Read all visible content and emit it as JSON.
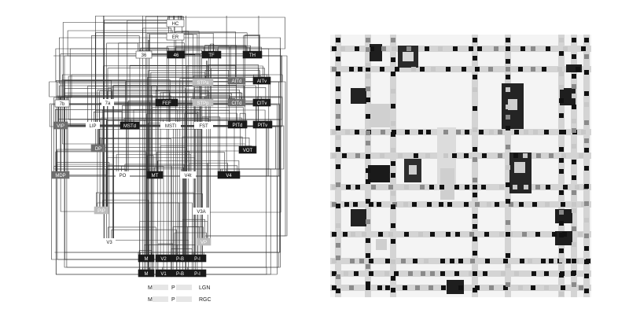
{
  "hierarchy_diagram": {
    "nodes": [
      {
        "id": "HC",
        "label": "HC",
        "style": "outline"
      },
      {
        "id": "ER",
        "label": "ER",
        "style": "outline"
      },
      {
        "id": "36",
        "label": "36",
        "style": "outline"
      },
      {
        "id": "46",
        "label": "46",
        "style": "dark"
      },
      {
        "id": "TF",
        "label": "TF",
        "style": "dark"
      },
      {
        "id": "TH",
        "label": "TH",
        "style": "dark"
      },
      {
        "id": "STPa",
        "label": "STPa",
        "style": "light"
      },
      {
        "id": "AITd",
        "label": "AITd",
        "style": "gray"
      },
      {
        "id": "AITv",
        "label": "AITv",
        "style": "dark"
      },
      {
        "id": "7b",
        "label": "7b",
        "style": "outline"
      },
      {
        "id": "7a",
        "label": "7a",
        "style": "plain"
      },
      {
        "id": "FEF",
        "label": "FEF",
        "style": "dark"
      },
      {
        "id": "STPp",
        "label": "STPp",
        "style": "light"
      },
      {
        "id": "CITd",
        "label": "CITd",
        "style": "gray"
      },
      {
        "id": "CITv",
        "label": "CITv",
        "style": "dark"
      },
      {
        "id": "VIP",
        "label": "VIP",
        "style": "gray"
      },
      {
        "id": "LIP",
        "label": "LIP",
        "style": "plain"
      },
      {
        "id": "MSTd",
        "label": "MSTd",
        "style": "dark"
      },
      {
        "id": "MSTl",
        "label": "MSTl",
        "style": "plain"
      },
      {
        "id": "FST",
        "label": "FST",
        "style": "plain"
      },
      {
        "id": "PITd",
        "label": "PITd",
        "style": "dark"
      },
      {
        "id": "PITv",
        "label": "PITv",
        "style": "dark"
      },
      {
        "id": "DP",
        "label": "DP",
        "style": "gray"
      },
      {
        "id": "VOT",
        "label": "VOT",
        "style": "dark"
      },
      {
        "id": "MDP",
        "label": "MDP",
        "style": "gray"
      },
      {
        "id": "PO",
        "label": "PO",
        "style": "plain"
      },
      {
        "id": "MT",
        "label": "MT",
        "style": "dark"
      },
      {
        "id": "V4t",
        "label": "V4t",
        "style": "plain"
      },
      {
        "id": "V4",
        "label": "V4",
        "style": "dark"
      },
      {
        "id": "PIP",
        "label": "PIP",
        "style": "light"
      },
      {
        "id": "V3A",
        "label": "V3A",
        "style": "plain"
      },
      {
        "id": "V3",
        "label": "V3",
        "style": "plain"
      },
      {
        "id": "VP",
        "label": "VP",
        "style": "light"
      },
      {
        "id": "M2",
        "label": "M",
        "style": "dark"
      },
      {
        "id": "V2",
        "label": "V2",
        "style": "dark"
      },
      {
        "id": "PB2",
        "label": "P-B",
        "style": "dark"
      },
      {
        "id": "PI2",
        "label": "P-I",
        "style": "dark"
      },
      {
        "id": "M1",
        "label": "M",
        "style": "dark"
      },
      {
        "id": "V1",
        "label": "V1",
        "style": "dark"
      },
      {
        "id": "PB1",
        "label": "P-B",
        "style": "dark"
      },
      {
        "id": "PI1",
        "label": "P-I",
        "style": "dark"
      }
    ],
    "bottom_labels": {
      "lgn_m": "M",
      "lgn_p": "P",
      "lgn": "LGN",
      "rgc_m": "M",
      "rgc_p": "P",
      "rgc": "RGC"
    }
  },
  "colors": {
    "dark": "#1a1a1a",
    "gray": "#6e6e6e",
    "light": "#bdbdbd",
    "line": "#333333",
    "grid_band": "#d4d4d4",
    "grid_bg": "#f4f4f4"
  }
}
